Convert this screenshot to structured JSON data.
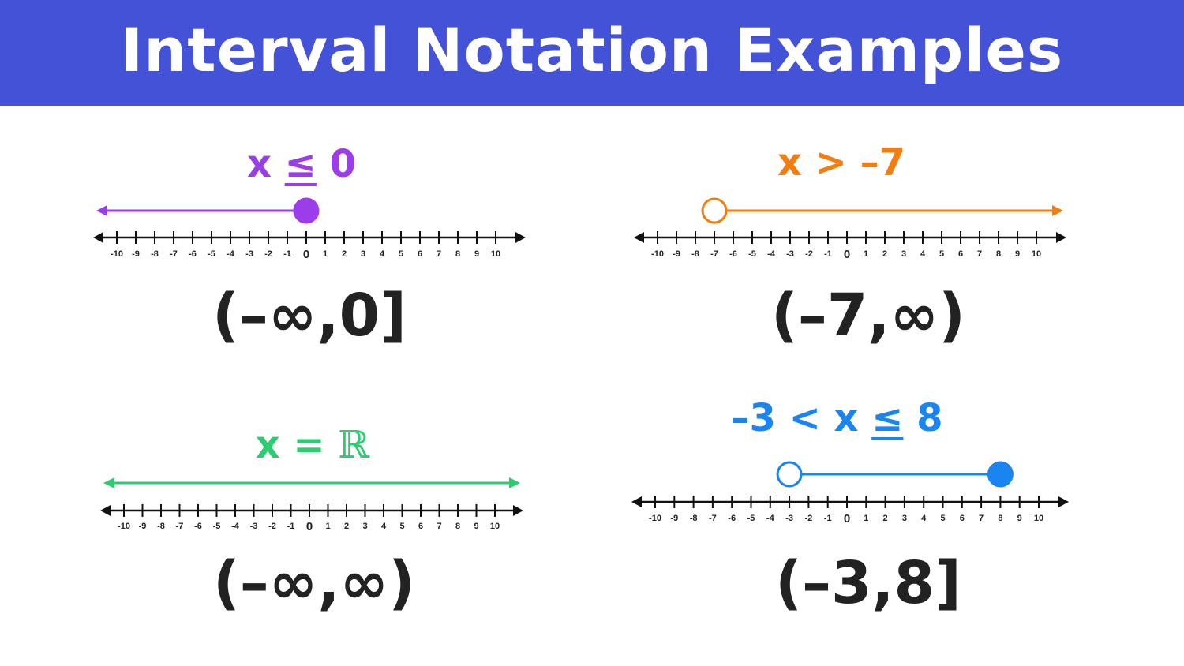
{
  "header": {
    "title": "Interval Notation Examples",
    "bg_color": "#4452d8"
  },
  "number_line": {
    "ticks": [
      -10,
      -9,
      -8,
      -7,
      -6,
      -5,
      -4,
      -3,
      -2,
      -1,
      0,
      1,
      2,
      3,
      4,
      5,
      6,
      7,
      8,
      9,
      10
    ],
    "tick_labels": [
      "-10",
      "-9",
      "-8",
      "-7",
      "-6",
      "-5",
      "-4",
      "-3",
      "-2",
      "-1",
      "0",
      "1",
      "2",
      "3",
      "4",
      "5",
      "6",
      "7",
      "8",
      "9",
      "10"
    ]
  },
  "examples": [
    {
      "color": "#9b3de8",
      "inequality": {
        "left": "x ",
        "rel": "≤",
        "right": " 0"
      },
      "graph": {
        "start": null,
        "end": 0,
        "start_closed": false,
        "end_closed": true,
        "left_arrow": true,
        "right_arrow": false
      },
      "interval": "(–∞,0]"
    },
    {
      "color": "#f57c0f",
      "inequality": {
        "text": "x > –7"
      },
      "graph": {
        "start": -7,
        "end": null,
        "start_closed": false,
        "end_closed": false,
        "left_arrow": false,
        "right_arrow": true
      },
      "interval": "(–7,∞)"
    },
    {
      "color": "#2ecc71",
      "inequality": {
        "left": "x = ",
        "symbol": "ℝ"
      },
      "graph": {
        "start": null,
        "end": null,
        "start_closed": false,
        "end_closed": false,
        "left_arrow": true,
        "right_arrow": true
      },
      "interval": "(–∞,∞)"
    },
    {
      "color": "#1a85f0",
      "inequality": {
        "left": "–3 < x ",
        "rel": "≤",
        "right": " 8"
      },
      "graph": {
        "start": -3,
        "end": 8,
        "start_closed": false,
        "end_closed": true,
        "left_arrow": false,
        "right_arrow": false
      },
      "interval": "(–3,8]"
    }
  ]
}
